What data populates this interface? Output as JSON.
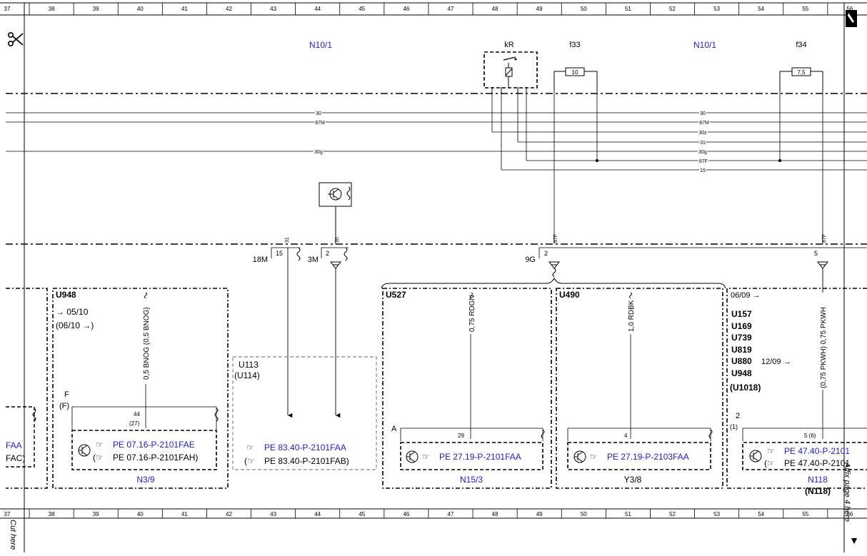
{
  "ruler": {
    "numbers": [
      "37",
      "38",
      "39",
      "40",
      "41",
      "42",
      "43",
      "44",
      "45",
      "46",
      "47",
      "48",
      "49",
      "50",
      "51",
      "52",
      "53",
      "54",
      "55",
      "56"
    ]
  },
  "side_labels": {
    "cut_here": "Cut here",
    "affix_page": "Affix page 4 here"
  },
  "top": {
    "n10_left": "N10/1",
    "n10_right": "N10/1",
    "kr": "kR",
    "f33": "f33",
    "f34": "f34",
    "f33_rating": "10",
    "f34_rating": "7,5"
  },
  "bus_lines": {
    "left": [
      "30",
      "87M",
      "30g"
    ],
    "right": [
      "30",
      "87M",
      "30z",
      "31",
      "30g",
      "87F",
      "15"
    ]
  },
  "connector": {
    "pin_31": "31",
    "pin_30": "30",
    "pin_87f_a": "87F",
    "pin_87f_b": "87F",
    "label_18m": "18M",
    "label_3m": "3M",
    "label_9g": "9G",
    "num_15": "15",
    "num_2a": "2",
    "num_2b": "2",
    "num_5": "5"
  },
  "boxes": {
    "u948": {
      "code": "U948",
      "date1": "→ 05/10",
      "date2": "(06/10 →)",
      "wire": "0,5 BNOG (0,5 BNOG)",
      "f": "F",
      "f_paren": "(F)",
      "pin": "44",
      "pin_paren": "(27)",
      "ref1": "PE 07.16-P-2101FAE",
      "ref2": "PE 07.16-P-2101FAH)",
      "component": "N3/9"
    },
    "left_partial": {
      "ref1": "FAA",
      "ref2": "FAC)"
    },
    "u113": {
      "code": "U113",
      "code2": "(U114)",
      "ref1": "PE 83.40-P-2101FAA",
      "ref2": "PE 83.40-P-2101FAB)"
    },
    "u527": {
      "code": "U527",
      "wire": "0,75 RDGN",
      "a": "A",
      "pin": "29",
      "ref": "PE 27.19-P-2101FAA",
      "component": "N15/3"
    },
    "u490": {
      "code": "U490",
      "wire": "1,0 RDBK",
      "pin": "4",
      "ref": "PE 27.19-P-2103FAA",
      "component": "Y3/8"
    },
    "right": {
      "date": "06/09 →",
      "codes": [
        "U157",
        "U169",
        "U739",
        "U819",
        "U880",
        "U948"
      ],
      "u880_date": "12/09 →",
      "code_paren": "(U1018)",
      "wire": "(0,75 PKWH) 0,75 PKWH",
      "two": "2",
      "two_paren": "(1)",
      "pin": "5 (6)",
      "ref1": "PE 47.40-P-2101",
      "ref2": "PE 47.40-P-2101",
      "component": "N118",
      "component2": "(N118)"
    }
  }
}
